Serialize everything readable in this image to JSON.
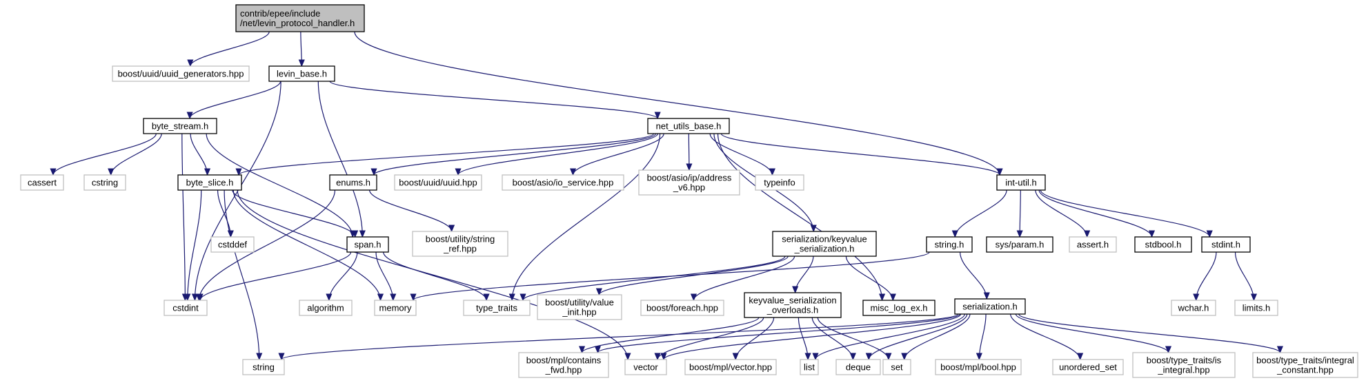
{
  "colors": {
    "edge": "#191970",
    "root_fill": "#bfbfbf",
    "doc_border": "#000000",
    "external_border": "#bfbfbf"
  },
  "nodes": {
    "root": {
      "lines": [
        "contrib/epee/include",
        "/net/levin_protocol_handler.h"
      ],
      "kind": "root"
    },
    "uuid_generators": {
      "lines": [
        "boost/uuid/uuid_generators.hpp"
      ],
      "kind": "external"
    },
    "levin_base": {
      "lines": [
        "levin_base.h"
      ],
      "kind": "documented"
    },
    "byte_stream": {
      "lines": [
        "byte_stream.h"
      ],
      "kind": "documented"
    },
    "net_utils_base": {
      "lines": [
        "net_utils_base.h"
      ],
      "kind": "documented"
    },
    "cassert": {
      "lines": [
        "cassert"
      ],
      "kind": "external"
    },
    "cstring": {
      "lines": [
        "cstring"
      ],
      "kind": "external"
    },
    "byte_slice": {
      "lines": [
        "byte_slice.h"
      ],
      "kind": "documented"
    },
    "enums": {
      "lines": [
        "enums.h"
      ],
      "kind": "documented"
    },
    "uuid_hpp": {
      "lines": [
        "boost/uuid/uuid.hpp"
      ],
      "kind": "external"
    },
    "io_service": {
      "lines": [
        "boost/asio/io_service.hpp"
      ],
      "kind": "external"
    },
    "address_v6": {
      "lines": [
        "boost/asio/ip/address",
        "_v6.hpp"
      ],
      "kind": "external"
    },
    "typeinfo": {
      "lines": [
        "typeinfo"
      ],
      "kind": "external"
    },
    "int_util": {
      "lines": [
        "int-util.h"
      ],
      "kind": "documented"
    },
    "cstddef": {
      "lines": [
        "cstddef"
      ],
      "kind": "external"
    },
    "string_ref": {
      "lines": [
        "boost/utility/string",
        "_ref.hpp"
      ],
      "kind": "external"
    },
    "kv_serialization": {
      "lines": [
        "serialization/keyvalue",
        "_serialization.h"
      ],
      "kind": "documented"
    },
    "string_h": {
      "lines": [
        "string.h"
      ],
      "kind": "documented"
    },
    "sys_param": {
      "lines": [
        "sys/param.h"
      ],
      "kind": "documented"
    },
    "assert_h": {
      "lines": [
        "assert.h"
      ],
      "kind": "external"
    },
    "stdbool": {
      "lines": [
        "stdbool.h"
      ],
      "kind": "documented"
    },
    "stdint": {
      "lines": [
        "stdint.h"
      ],
      "kind": "documented"
    },
    "span": {
      "lines": [
        "span.h"
      ],
      "kind": "documented"
    },
    "cstdint": {
      "lines": [
        "cstdint"
      ],
      "kind": "external"
    },
    "algorithm": {
      "lines": [
        "algorithm"
      ],
      "kind": "external"
    },
    "memory": {
      "lines": [
        "memory"
      ],
      "kind": "external"
    },
    "type_traits": {
      "lines": [
        "type_traits"
      ],
      "kind": "external"
    },
    "value_init": {
      "lines": [
        "boost/utility/value",
        "_init.hpp"
      ],
      "kind": "external"
    },
    "foreach": {
      "lines": [
        "boost/foreach.hpp"
      ],
      "kind": "external"
    },
    "kv_overloads": {
      "lines": [
        "keyvalue_serialization",
        "_overloads.h"
      ],
      "kind": "documented"
    },
    "misc_log_ex": {
      "lines": [
        "misc_log_ex.h"
      ],
      "kind": "documented"
    },
    "serialization_h": {
      "lines": [
        "serialization.h"
      ],
      "kind": "documented"
    },
    "wchar": {
      "lines": [
        "wchar.h"
      ],
      "kind": "external"
    },
    "limits": {
      "lines": [
        "limits.h"
      ],
      "kind": "external"
    },
    "string": {
      "lines": [
        "string"
      ],
      "kind": "external"
    },
    "contains_fwd": {
      "lines": [
        "boost/mpl/contains",
        "_fwd.hpp"
      ],
      "kind": "external"
    },
    "vector": {
      "lines": [
        "vector"
      ],
      "kind": "external"
    },
    "mpl_vector": {
      "lines": [
        "boost/mpl/vector.hpp"
      ],
      "kind": "external"
    },
    "list": {
      "lines": [
        "list"
      ],
      "kind": "external"
    },
    "deque": {
      "lines": [
        "deque"
      ],
      "kind": "external"
    },
    "set": {
      "lines": [
        "set"
      ],
      "kind": "external"
    },
    "mpl_bool": {
      "lines": [
        "boost/mpl/bool.hpp"
      ],
      "kind": "external"
    },
    "unordered_set": {
      "lines": [
        "unordered_set"
      ],
      "kind": "external"
    },
    "is_integral": {
      "lines": [
        "boost/type_traits/is",
        "_integral.hpp"
      ],
      "kind": "external"
    },
    "integral_constant": {
      "lines": [
        "boost/type_traits/integral",
        "_constant.hpp"
      ],
      "kind": "external"
    }
  },
  "edges": [
    [
      "root",
      "uuid_generators"
    ],
    [
      "root",
      "levin_base"
    ],
    [
      "root",
      "int_util"
    ],
    [
      "levin_base",
      "byte_stream"
    ],
    [
      "levin_base",
      "net_utils_base"
    ],
    [
      "levin_base",
      "span"
    ],
    [
      "levin_base",
      "cstdint"
    ],
    [
      "byte_stream",
      "cassert"
    ],
    [
      "byte_stream",
      "cstring"
    ],
    [
      "byte_stream",
      "byte_slice"
    ],
    [
      "byte_stream",
      "span"
    ],
    [
      "byte_stream",
      "cstdint"
    ],
    [
      "net_utils_base",
      "byte_slice"
    ],
    [
      "net_utils_base",
      "enums"
    ],
    [
      "net_utils_base",
      "uuid_hpp"
    ],
    [
      "net_utils_base",
      "io_service"
    ],
    [
      "net_utils_base",
      "address_v6"
    ],
    [
      "net_utils_base",
      "typeinfo"
    ],
    [
      "net_utils_base",
      "int_util"
    ],
    [
      "net_utils_base",
      "kv_serialization"
    ],
    [
      "net_utils_base",
      "misc_log_ex"
    ],
    [
      "net_utils_base",
      "type_traits"
    ],
    [
      "byte_slice",
      "cstddef"
    ],
    [
      "byte_slice",
      "span"
    ],
    [
      "byte_slice",
      "cstdint"
    ],
    [
      "byte_slice",
      "memory"
    ],
    [
      "byte_slice",
      "string"
    ],
    [
      "byte_slice",
      "vector"
    ],
    [
      "enums",
      "string_ref"
    ],
    [
      "enums",
      "cstdint"
    ],
    [
      "span",
      "cstdint"
    ],
    [
      "span",
      "algorithm"
    ],
    [
      "span",
      "memory"
    ],
    [
      "span",
      "type_traits"
    ],
    [
      "int_util",
      "string_h"
    ],
    [
      "int_util",
      "sys_param"
    ],
    [
      "int_util",
      "assert_h"
    ],
    [
      "int_util",
      "stdbool"
    ],
    [
      "int_util",
      "stdint"
    ],
    [
      "stdint",
      "wchar"
    ],
    [
      "stdint",
      "limits"
    ],
    [
      "string_h",
      "memory"
    ],
    [
      "string_h",
      "serialization_h"
    ],
    [
      "kv_serialization",
      "type_traits"
    ],
    [
      "kv_serialization",
      "value_init"
    ],
    [
      "kv_serialization",
      "foreach"
    ],
    [
      "kv_serialization",
      "kv_overloads"
    ],
    [
      "kv_serialization",
      "misc_log_ex"
    ],
    [
      "kv_overloads",
      "contains_fwd"
    ],
    [
      "kv_overloads",
      "vector"
    ],
    [
      "kv_overloads",
      "mpl_vector"
    ],
    [
      "kv_overloads",
      "list"
    ],
    [
      "kv_overloads",
      "deque"
    ],
    [
      "kv_overloads",
      "set"
    ],
    [
      "serialization_h",
      "string"
    ],
    [
      "serialization_h",
      "contains_fwd"
    ],
    [
      "serialization_h",
      "vector"
    ],
    [
      "serialization_h",
      "list"
    ],
    [
      "serialization_h",
      "deque"
    ],
    [
      "serialization_h",
      "set"
    ],
    [
      "serialization_h",
      "mpl_bool"
    ],
    [
      "serialization_h",
      "unordered_set"
    ],
    [
      "serialization_h",
      "is_integral"
    ],
    [
      "serialization_h",
      "integral_constant"
    ]
  ]
}
